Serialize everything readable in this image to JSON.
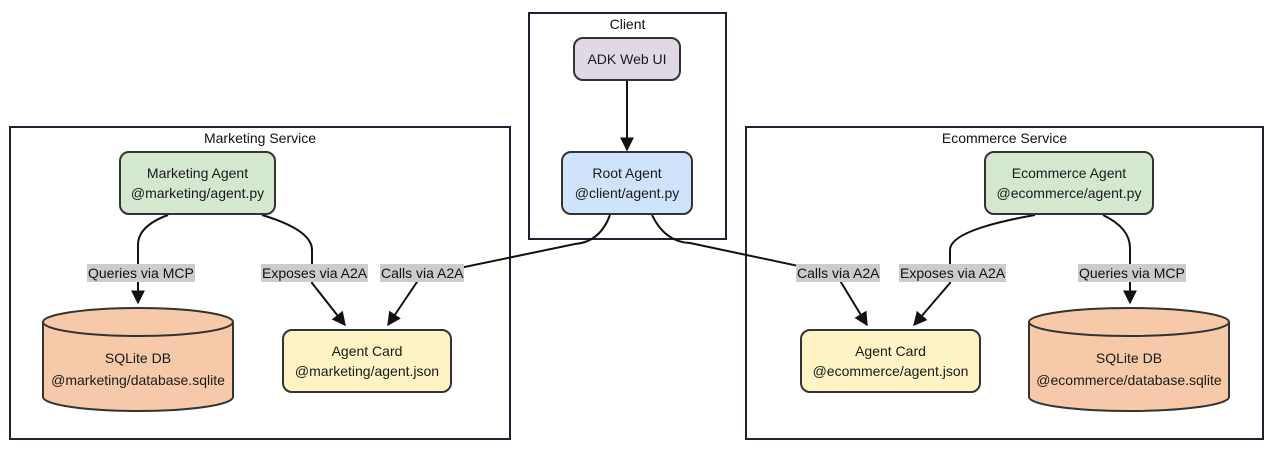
{
  "clusters": {
    "client": "Client",
    "marketing": "Marketing Service",
    "ecommerce": "Ecommerce Service"
  },
  "nodes": {
    "adk_web_ui": "ADK Web UI",
    "root_agent": {
      "name": "Root Agent",
      "path": "@client/agent.py"
    },
    "marketing_agent": {
      "name": "Marketing Agent",
      "path": "@marketing/agent.py"
    },
    "marketing_db": {
      "name": "SQLite DB",
      "path": "@marketing/database.sqlite"
    },
    "marketing_card": {
      "name": "Agent Card",
      "path": "@marketing/agent.json"
    },
    "ecommerce_agent": {
      "name": "Ecommerce Agent",
      "path": "@ecommerce/agent.py"
    },
    "ecommerce_card": {
      "name": "Agent Card",
      "path": "@ecommerce/agent.json"
    },
    "ecommerce_db": {
      "name": "SQLite DB",
      "path": "@ecommerce/database.sqlite"
    }
  },
  "edges": {
    "marketing_queries": "Queries via MCP",
    "marketing_exposes": "Exposes via A2A",
    "root_calls_marketing": "Calls via A2A",
    "root_calls_ecommerce": "Calls via A2A",
    "ecommerce_exposes": "Exposes via A2A",
    "ecommerce_queries": "Queries via MCP"
  },
  "colors": {
    "agent": "#d4e8d0",
    "root": "#cfe4fb",
    "ui": "#e1d8e6",
    "card": "#fdf3c4",
    "db": "#f6c9a8",
    "border": "#1f2233",
    "edge_label_bg": "#cccccc"
  }
}
